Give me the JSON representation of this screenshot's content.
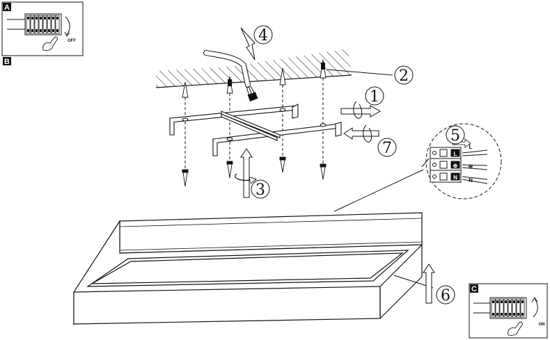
{
  "panels": {
    "a": {
      "letter": "A",
      "switch_label": "OFF"
    },
    "b": {
      "letter": "B"
    },
    "c": {
      "letter": "C",
      "switch_label": "ON"
    }
  },
  "steps": [
    "1",
    "2",
    "3",
    "4",
    "5",
    "6",
    "7"
  ],
  "terminals": {
    "labels": [
      "L",
      "⊕",
      "N"
    ],
    "wire_labels": [
      "L",
      "⊕",
      "N"
    ]
  },
  "colors": {
    "ink": "#111111",
    "paper": "#ffffff"
  }
}
